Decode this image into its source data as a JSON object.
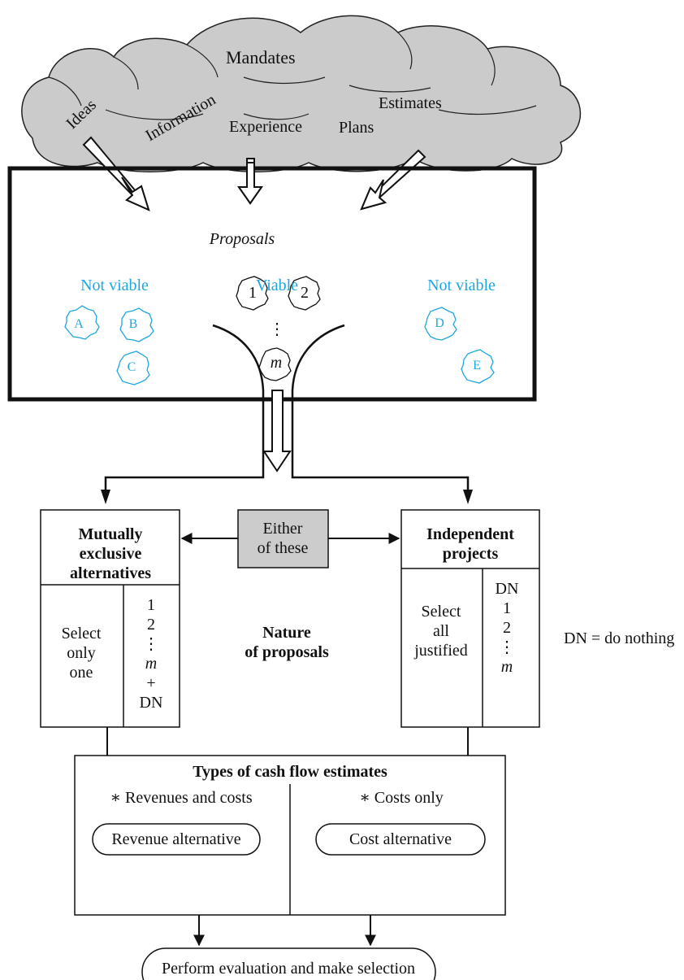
{
  "cloud": {
    "mandates": "Mandates",
    "ideas": "Ideas",
    "information": "Information",
    "experience": "Experience",
    "plans": "Plans",
    "estimates": "Estimates"
  },
  "proposals_box": {
    "title": "Proposals",
    "not_viable_left": "Not viable",
    "viable": "Viable",
    "not_viable_right": "Not viable",
    "blob_a": "A",
    "blob_b": "B",
    "blob_c": "C",
    "blob_d": "D",
    "blob_e": "E",
    "blob_1": "1",
    "blob_2": "2",
    "blob_m": "m",
    "dots": "⋮"
  },
  "mutually_exclusive": {
    "title_lines": [
      "Mutually",
      "exclusive",
      "alternatives"
    ],
    "select_lines": [
      "Select",
      "only",
      "one"
    ],
    "list": [
      "1",
      "2",
      "⋮",
      "m",
      "+",
      "DN"
    ]
  },
  "either": {
    "lines": [
      "Either",
      "of these"
    ]
  },
  "independent": {
    "title_lines": [
      "Independent",
      "projects"
    ],
    "select_lines": [
      "Select",
      "all",
      "justified"
    ],
    "list": [
      "DN",
      "1",
      "2",
      "⋮",
      "m"
    ]
  },
  "nature": {
    "lines": [
      "Nature",
      "of proposals"
    ]
  },
  "legend_dn": "DN = do nothing",
  "cash_flow": {
    "title": "Types of cash flow estimates",
    "left_heading": "∗ Revenues and costs",
    "right_heading": "∗ Costs only",
    "left_pill": "Revenue alternative",
    "right_pill": "Cost alternative"
  },
  "evaluation": "Perform evaluation and make selection",
  "colors": {
    "cloud": "#cbcbcb",
    "either_box": "#cccccc",
    "not_viable": "#1ea7df",
    "line": "#111111"
  }
}
